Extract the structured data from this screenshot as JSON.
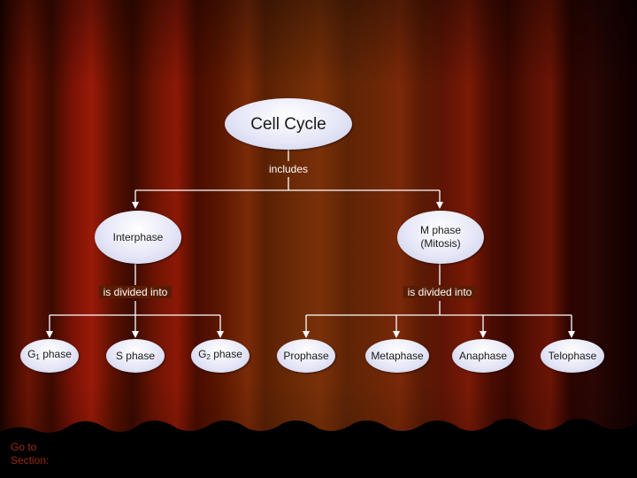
{
  "diagram": {
    "root": "Cell Cycle",
    "root_link": "includes",
    "level1": [
      {
        "label": "Interphase",
        "link": "is divided into"
      },
      {
        "label": "M phase\n(Mitosis)",
        "link": "is divided into"
      }
    ],
    "interphase_children": [
      {
        "main": "G",
        "sub": "1",
        "rest": " phase"
      },
      {
        "main": "S phase",
        "sub": "",
        "rest": ""
      },
      {
        "main": "G",
        "sub": "2",
        "rest": " phase"
      }
    ],
    "mitosis_children": [
      "Prophase",
      "Metaphase",
      "Anaphase",
      "Telophase"
    ]
  },
  "nav": {
    "go_to_section": "Go to\nSection:"
  },
  "colors": {
    "node_fill": "#e6e7f7",
    "line": "#ffffff",
    "background_red": "#7a1206"
  }
}
